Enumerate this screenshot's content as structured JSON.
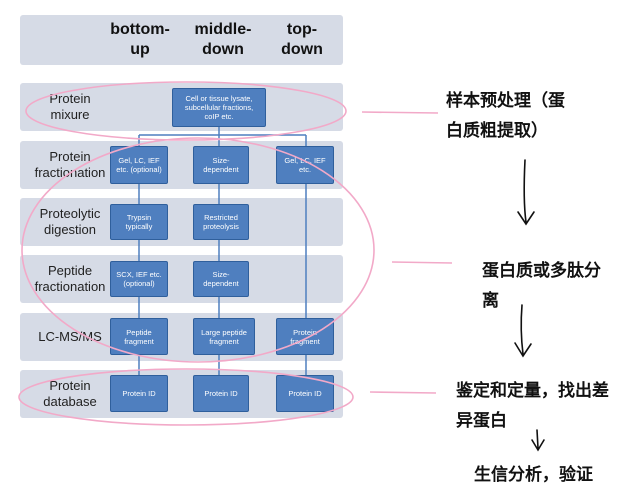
{
  "columns": [
    "bottom-\nup",
    "middle-\ndown",
    "top-\ndown"
  ],
  "rows": [
    {
      "label": "Protein\nmixure"
    },
    {
      "label": "Protein\nfractionation"
    },
    {
      "label": "Proteolytic\ndigestion"
    },
    {
      "label": "Peptide\nfractionation"
    },
    {
      "label": "LC-MS/MS"
    },
    {
      "label": "Protein\ndatabase"
    }
  ],
  "boxes": {
    "source": "Cell or tissue lysate,\nsubcellular fractions,\ncoIP etc.",
    "frac_bu": "Gel, LC, IEF\netc. (optional)",
    "frac_md": "Size-\ndependent",
    "frac_td": "Gel, LC, IEF\netc.",
    "dig_bu": "Trypsin\ntypically",
    "dig_md": "Restricted\nproteolysis",
    "pep_bu": "SCX, IEF etc.\n(optional)",
    "pep_md": "Size-\ndependent",
    "ms_bu": "Peptide\nfragment",
    "ms_md": "Large peptide\nfragment",
    "ms_td": "Protein\nfragment",
    "db_bu": "Protein ID",
    "db_md": "Protein ID",
    "db_td": "Protein ID"
  },
  "annotations": {
    "step1": "样本预处理（蛋\n白质粗提取）",
    "step2": "蛋白质或多肽分\n离",
    "step3": "鉴定和定量，找出差\n异蛋白",
    "step4": "生信分析，验证"
  },
  "colors": {
    "band": "#d6dbe6",
    "box": "#4f7fbf",
    "ellipse": "#f2a9c8"
  }
}
